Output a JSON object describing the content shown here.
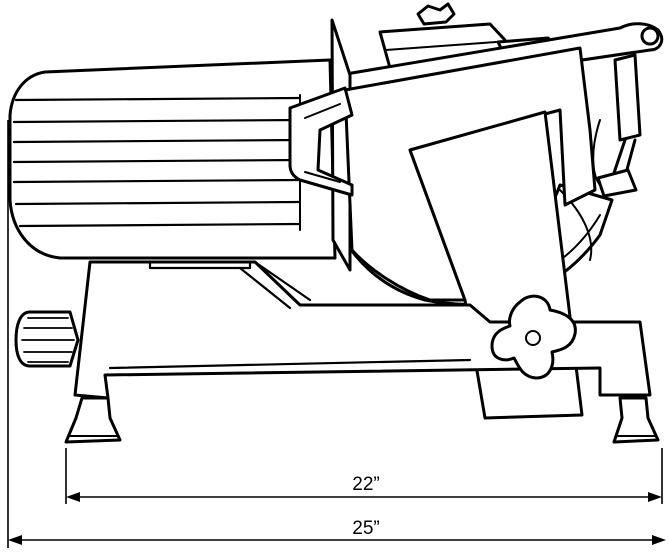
{
  "figure": {
    "subject": "meat-slicer-line-drawing",
    "dimensions": {
      "inner": "22”",
      "outer": "25”"
    }
  },
  "colors": {
    "ink": "#000000",
    "paper": "#ffffff"
  }
}
